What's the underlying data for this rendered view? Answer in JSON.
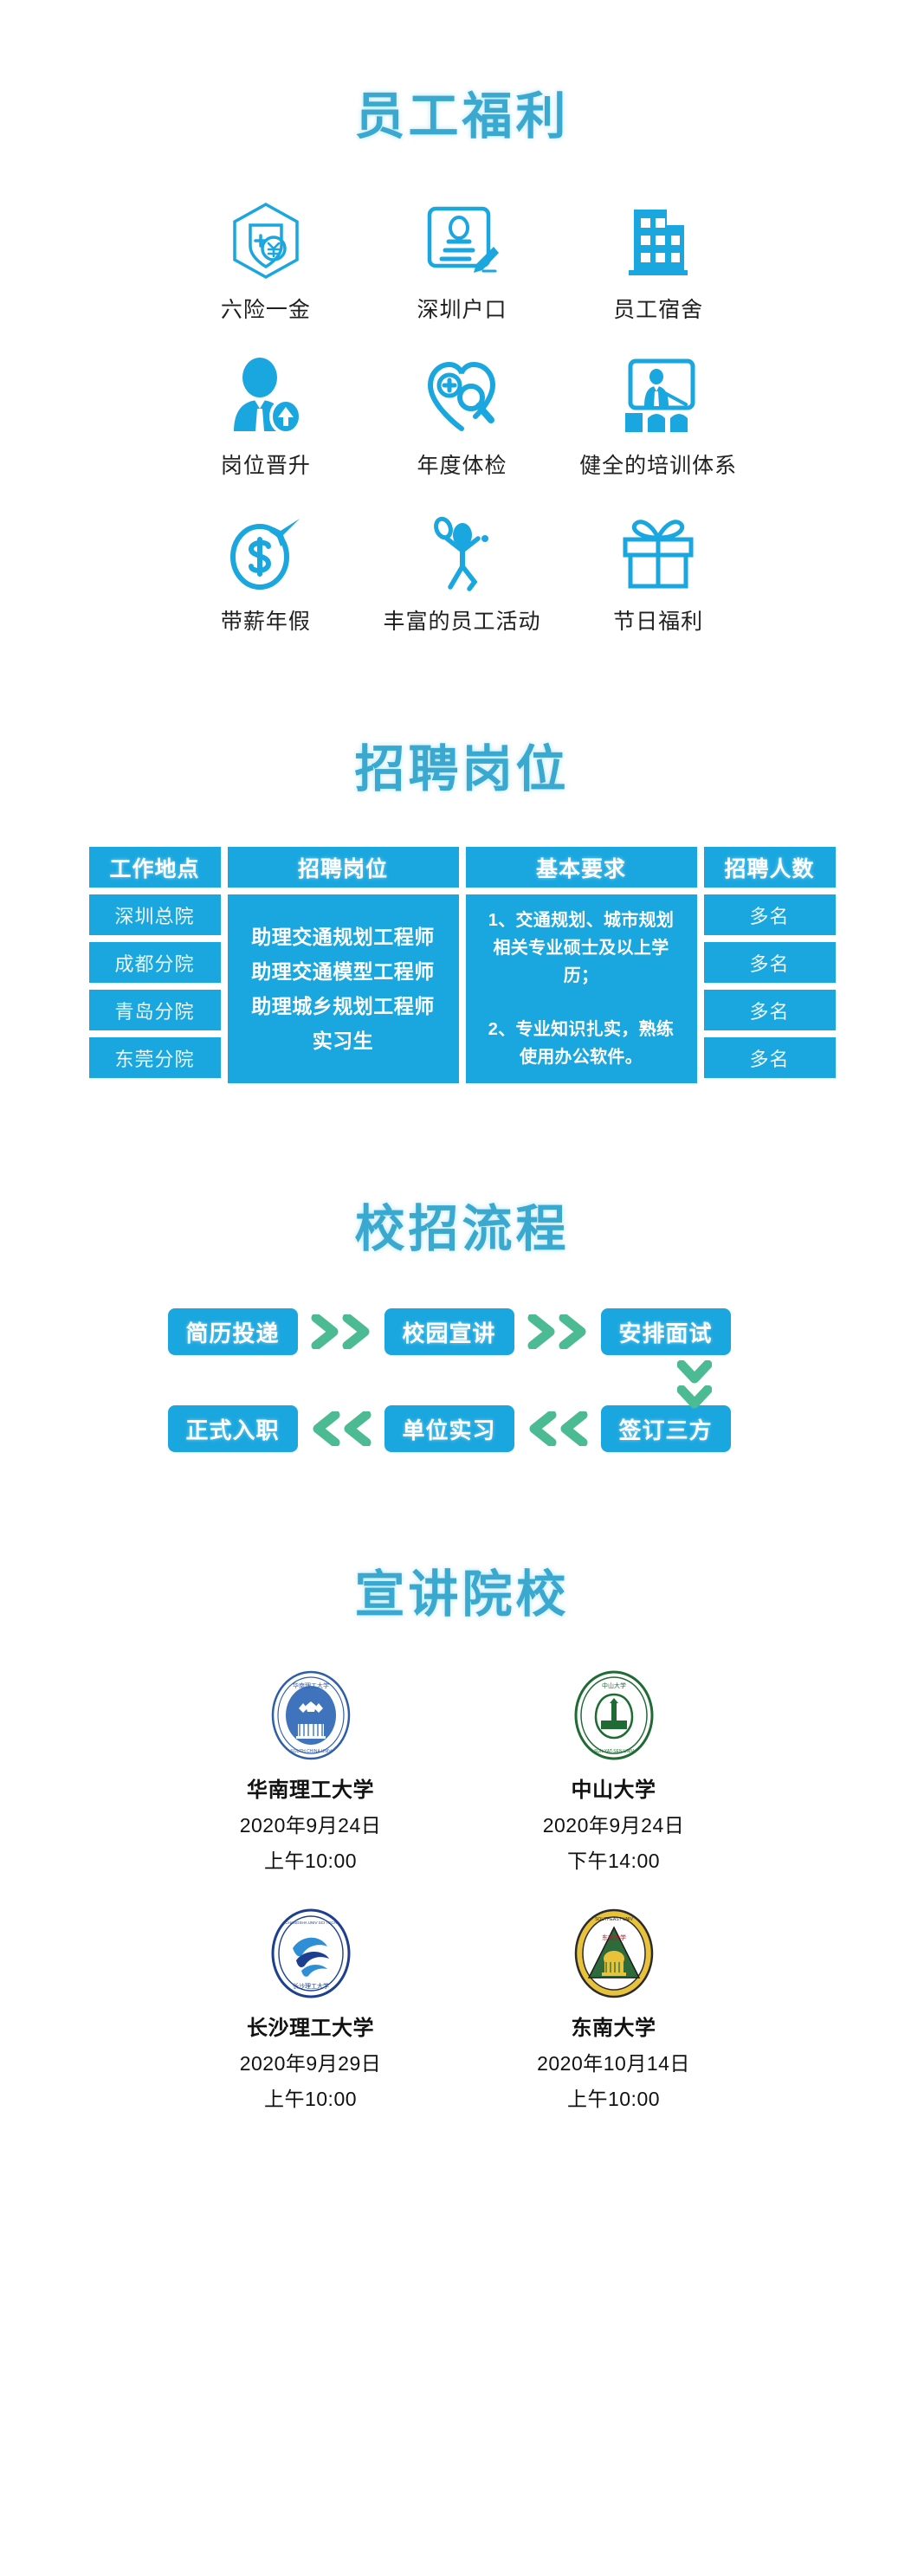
{
  "benefits": {
    "title": "员工福利",
    "items": [
      {
        "label": "六险一金",
        "icon": "shield-insurance-icon"
      },
      {
        "label": "深圳户口",
        "icon": "id-card-icon"
      },
      {
        "label": "员工宿舍",
        "icon": "building-dormitory-icon"
      },
      {
        "label": "岗位晋升",
        "icon": "person-promotion-icon"
      },
      {
        "label": "年度体检",
        "icon": "heart-checkup-icon"
      },
      {
        "label": "健全的培训体系",
        "icon": "training-board-icon"
      },
      {
        "label": "带薪年假",
        "icon": "paid-leave-coin-plane-icon"
      },
      {
        "label": "丰富的员工活动",
        "icon": "activity-person-icon"
      },
      {
        "label": "节日福利",
        "icon": "gift-box-icon"
      }
    ]
  },
  "jobs": {
    "title": "招聘岗位",
    "headers": {
      "location": "工作地点",
      "position": "招聘岗位",
      "requirement": "基本要求",
      "count": "招聘人数"
    },
    "locations": [
      "深圳总院",
      "成都分院",
      "青岛分院",
      "东莞分院"
    ],
    "positions": [
      "助理交通规划工程师",
      "助理交通模型工程师",
      "助理城乡规划工程师",
      "实习生"
    ],
    "requirements": [
      "1、交通规划、城市规划相关专业硕士及以上学历；",
      "2、专业知识扎实，熟练使用办公软件。"
    ],
    "counts": [
      "多名",
      "多名",
      "多名",
      "多名"
    ]
  },
  "process": {
    "title": "校招流程",
    "row1": [
      "简历投递",
      "校园宣讲",
      "安排面试"
    ],
    "row2": [
      "正式入职",
      "单位实习",
      "签订三方"
    ]
  },
  "schools": {
    "title": "宣讲院校",
    "items": [
      {
        "name": "华南理工大学",
        "date": "2020年9月24日",
        "time": "上午10:00",
        "logo": "scut-logo"
      },
      {
        "name": "中山大学",
        "date": "2020年9月24日",
        "time": "下午14:00",
        "logo": "sysu-logo"
      },
      {
        "name": "长沙理工大学",
        "date": "2020年9月29日",
        "time": "上午10:00",
        "logo": "csust-logo"
      },
      {
        "name": "东南大学",
        "date": "2020年10月14日",
        "time": "上午10:00",
        "logo": "seu-logo"
      }
    ]
  },
  "colors": {
    "heading_blue": "#3aa8cf",
    "primary_blue": "#1aa6de",
    "arrow_green": "#4cba92",
    "text_dark": "#111111"
  }
}
